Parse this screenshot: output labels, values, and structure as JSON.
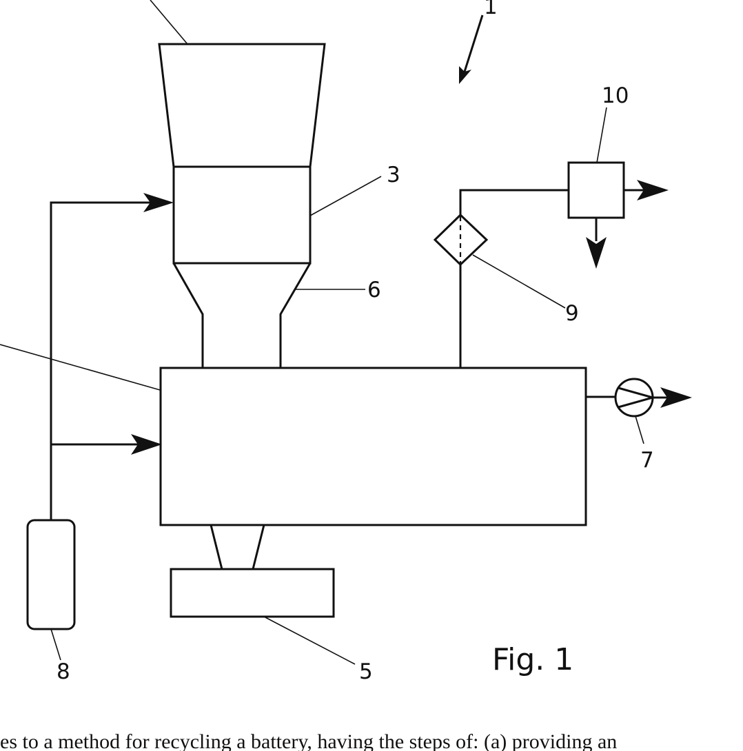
{
  "figure": {
    "caption": "Fig. 1",
    "reference_numerals": {
      "apparatus": "1",
      "feed_unit": "3",
      "funnel": "6",
      "filter": "9",
      "separator": "10",
      "pump": "7",
      "gas_supply": "8",
      "outlet_container": "5"
    }
  },
  "body_text": "es to a method for recycling a battery, having the steps of: (a) providing an"
}
